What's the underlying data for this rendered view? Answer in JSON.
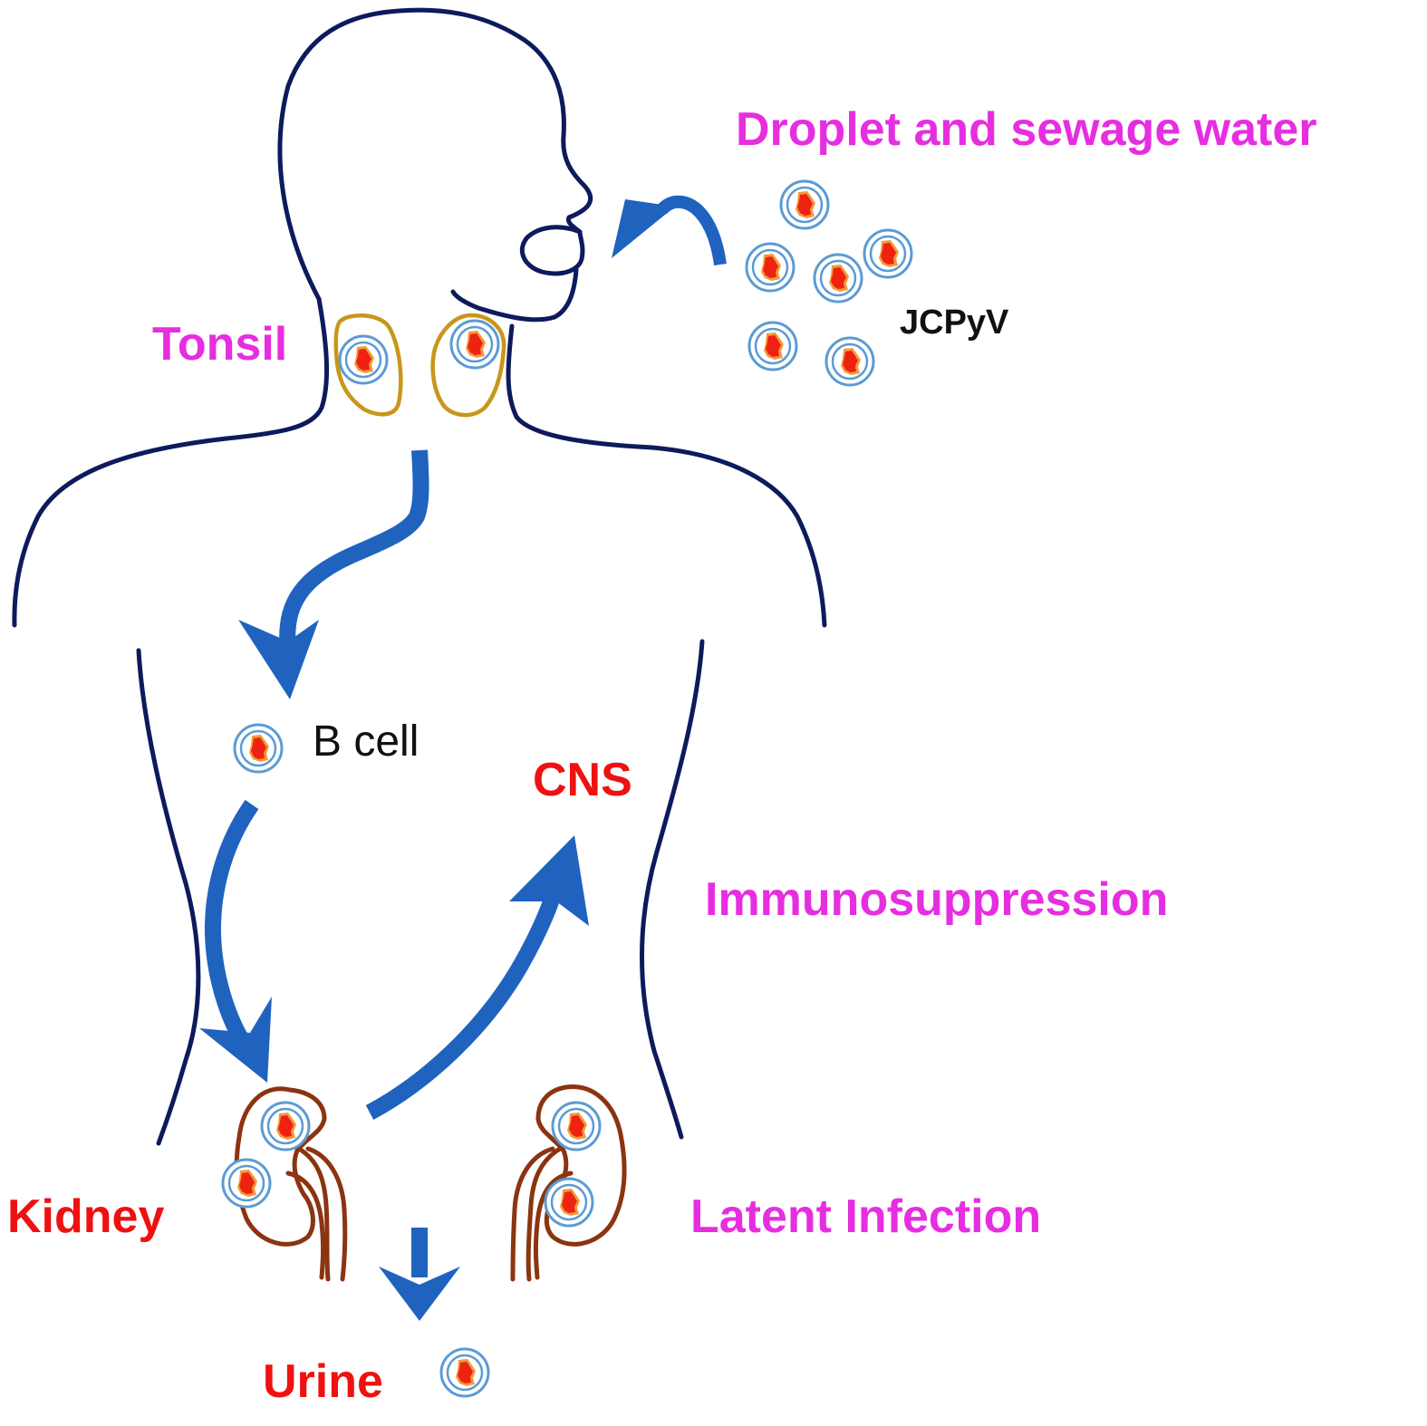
{
  "labels": {
    "source": "Droplet and sewage water",
    "virus": "JCPyV",
    "tonsil": "Tonsil",
    "b_cell": "B cell",
    "cns": "CNS",
    "immunosuppression": "Immunosuppression",
    "kidney": "Kidney",
    "latent_infection": "Latent Infection",
    "urine": "Urine"
  },
  "colors": {
    "body_outline": "#0d1a5c",
    "arrow": "#1f63bf",
    "tonsil": "#c9961a",
    "kidney": "#8b3410",
    "virus_ring": "#5b9bd5",
    "virus_core": "#ee2211",
    "virus_inner": "#f09a3c",
    "magenta_label": "#e62ee0",
    "red_label": "#ee1111",
    "black_label": "#111111"
  }
}
